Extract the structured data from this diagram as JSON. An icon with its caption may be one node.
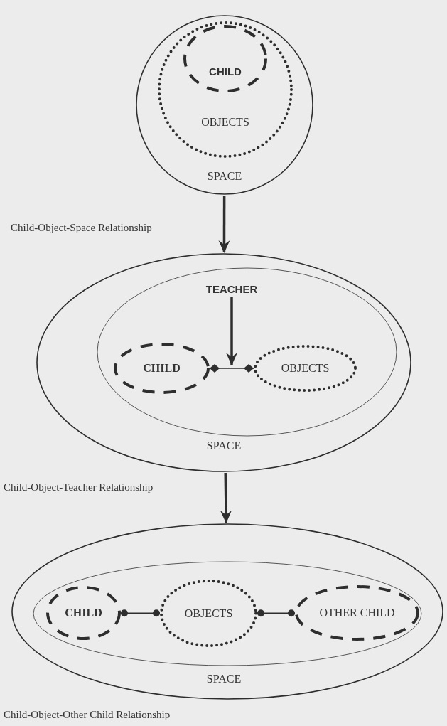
{
  "diagram": {
    "nodes": [
      {
        "text": [
          "SPACE"
        ],
        "beside": [
          "Child-Object-Space Relationship"
        ]
      },
      {
        "text": [
          "OBJECTS"
        ],
        "in": 0
      },
      {
        "text": [
          "CHILD"
        ],
        "in": 1
      },
      {
        "text": [
          "SPACE"
        ],
        "beside": [
          "Child-Object-Teacher Relationship"
        ]
      },
      {
        "text": [],
        "shape": "ellipse",
        "in": 3
      },
      {
        "text": [
          "TEACHER"
        ],
        "in": 4
      },
      {
        "text": [
          "CHILD"
        ],
        "in": 4
      },
      {
        "text": [
          "OBJECTS"
        ],
        "in": 4
      },
      {
        "text": [
          "SPACE"
        ],
        "beside": [
          "Child-Object-Other Child Relationship"
        ]
      },
      {
        "text": [],
        "shape": "ellipse",
        "in": 8
      },
      {
        "text": [
          "CHILD"
        ],
        "in": 9
      },
      {
        "text": [
          "OBJECTS"
        ],
        "in": 9
      },
      {
        "text": [
          "OTHER CHILD"
        ],
        "in": 9
      }
    ],
    "edges": [
      {
        "from": 0,
        "to": 3,
        "arrow": "to",
        "style": "thick"
      },
      {
        "from": 3,
        "to": 8,
        "arrow": "to",
        "style": "thick"
      },
      {
        "from": 6,
        "to": 7,
        "arrow": "other"
      },
      {
        "from": 5,
        "to": null,
        "arrow": "to",
        "style": "thick"
      },
      {
        "from": 10,
        "to": 11,
        "arrow": "other"
      },
      {
        "from": 11,
        "to": 12,
        "arrow": "other"
      }
    ]
  }
}
